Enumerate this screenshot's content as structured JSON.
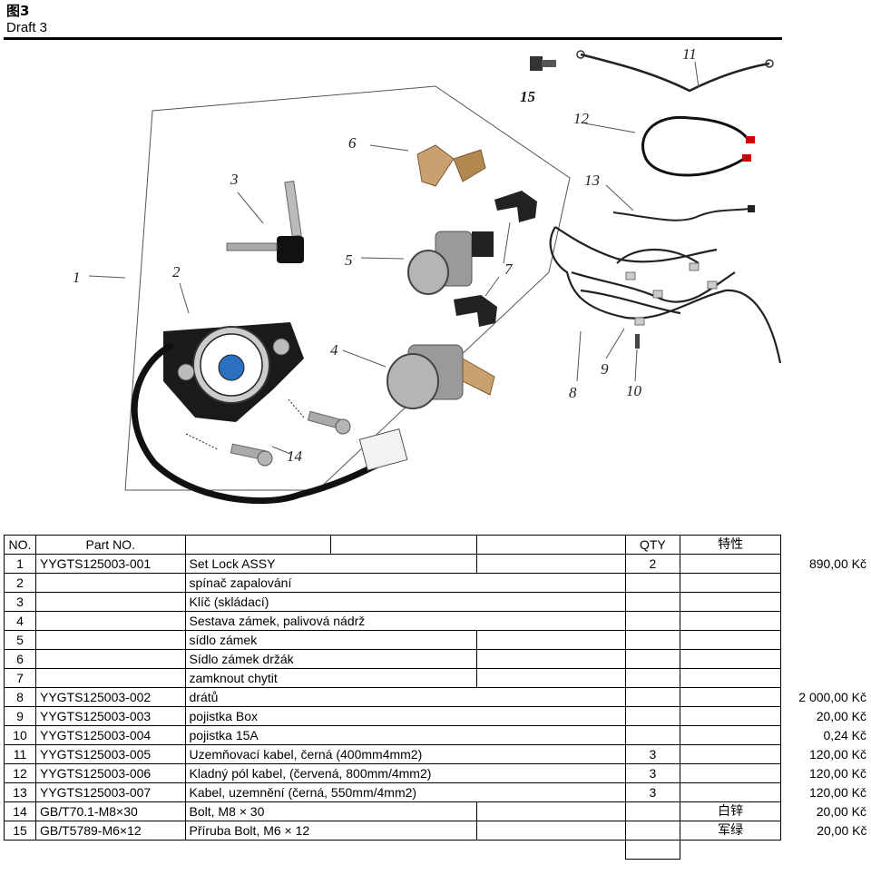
{
  "header": {
    "figure_label": "图3",
    "draft_label": "Draft 3"
  },
  "diagram": {
    "callouts": [
      "1",
      "2",
      "3",
      "4",
      "5",
      "6",
      "7",
      "7",
      "8",
      "9",
      "10",
      "11",
      "12",
      "13",
      "14",
      "15"
    ]
  },
  "table": {
    "headers": {
      "no": "NO.",
      "part_no": "Part  NO.",
      "qty": "QTY",
      "feature": "特性"
    },
    "rows": [
      {
        "no": "1",
        "part_no": "YYGTS125003-001",
        "desc": "Set Lock ASSY",
        "qty": "2",
        "feature": "",
        "price": "890,00 Kč"
      },
      {
        "no": "2",
        "part_no": "",
        "desc": "spínač zapalování",
        "qty": "",
        "feature": "",
        "price": ""
      },
      {
        "no": "3",
        "part_no": "",
        "desc": "Klíč (skládací)",
        "qty": "",
        "feature": "",
        "price": ""
      },
      {
        "no": "4",
        "part_no": "",
        "desc": "Sestava zámek, palivová nádrž",
        "qty": "",
        "feature": "",
        "price": ""
      },
      {
        "no": "5",
        "part_no": "",
        "desc": "sídlo zámek",
        "qty": "",
        "feature": "",
        "price": ""
      },
      {
        "no": "6",
        "part_no": "",
        "desc": "Sídlo zámek držák",
        "qty": "",
        "feature": "",
        "price": ""
      },
      {
        "no": "7",
        "part_no": "",
        "desc": "zamknout chytit",
        "qty": "",
        "feature": "",
        "price": ""
      },
      {
        "no": "8",
        "part_no": "YYGTS125003-002",
        "desc": "drátů",
        "qty": "",
        "feature": "",
        "price": "2 000,00 Kč"
      },
      {
        "no": "9",
        "part_no": "YYGTS125003-003",
        "desc": "pojistka Box",
        "qty": "",
        "feature": "",
        "price": "20,00 Kč"
      },
      {
        "no": "10",
        "part_no": "YYGTS125003-004",
        "desc": "pojistka 15A",
        "qty": "",
        "feature": "",
        "price": "0,24 Kč"
      },
      {
        "no": "11",
        "part_no": "YYGTS125003-005",
        "desc": "Uzemňovací kabel, černá (400mm4mm2)",
        "qty": "3",
        "feature": "",
        "price": "120,00 Kč"
      },
      {
        "no": "12",
        "part_no": "YYGTS125003-006",
        "desc": "Kladný pól kabel, (červená, 800mm/4mm2)",
        "qty": "3",
        "feature": "",
        "price": "120,00 Kč"
      },
      {
        "no": "13",
        "part_no": "YYGTS125003-007",
        "desc": "Kabel, uzemnění (černá, 550mm/4mm2)",
        "qty": "3",
        "feature": "",
        "price": "120,00 Kč"
      },
      {
        "no": "14",
        "part_no": "GB/T70.1-M8×30",
        "desc": "Bolt, M8 × 30",
        "qty": "",
        "feature": "白锌",
        "price": "20,00 Kč"
      },
      {
        "no": "15",
        "part_no": "GB/T5789-M6×12",
        "desc": "Příruba Bolt, M6 × 12",
        "qty": "",
        "feature": "军绿",
        "price": "20,00 Kč"
      }
    ]
  }
}
